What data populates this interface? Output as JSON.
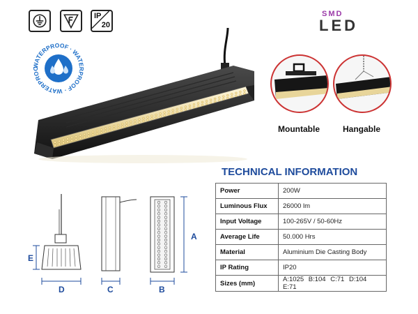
{
  "certifications": {
    "ip_label_top": "IP",
    "ip_label_bottom": "20"
  },
  "logo": {
    "top": "SMD",
    "bottom": "LED",
    "accent_color": "#9b3aa8"
  },
  "badge": {
    "text": "WATERPROOF · WATERPROOF · WATERPROOF ·",
    "color": "#1e6fc8"
  },
  "details": {
    "mountable_label": "Mountable",
    "hangable_label": "Hangable",
    "circle_color": "#cc3333"
  },
  "dimensions": {
    "letters": {
      "a": "A",
      "b": "B",
      "c": "C",
      "d": "D",
      "e": "E"
    },
    "color": "#1e4b9c"
  },
  "tech": {
    "title": "TECHNICAL INFORMATION",
    "title_color": "#1e4b9c",
    "rows": [
      {
        "key": "Power",
        "value": "200W"
      },
      {
        "key": "Luminous Flux",
        "value": "26000 lm"
      },
      {
        "key": "Input Voltage",
        "value": "100-265V / 50-60Hz"
      },
      {
        "key": "Average Life",
        "value": "50.000 Hrs"
      },
      {
        "key": "Material",
        "value": "Aluminium Die Casting Body"
      },
      {
        "key": "IP Rating",
        "value": "IP20"
      }
    ],
    "sizes_key": "Sizes (mm)",
    "sizes": [
      "A:1025",
      "B:104",
      "C:71",
      "D:104",
      "E:71"
    ]
  }
}
